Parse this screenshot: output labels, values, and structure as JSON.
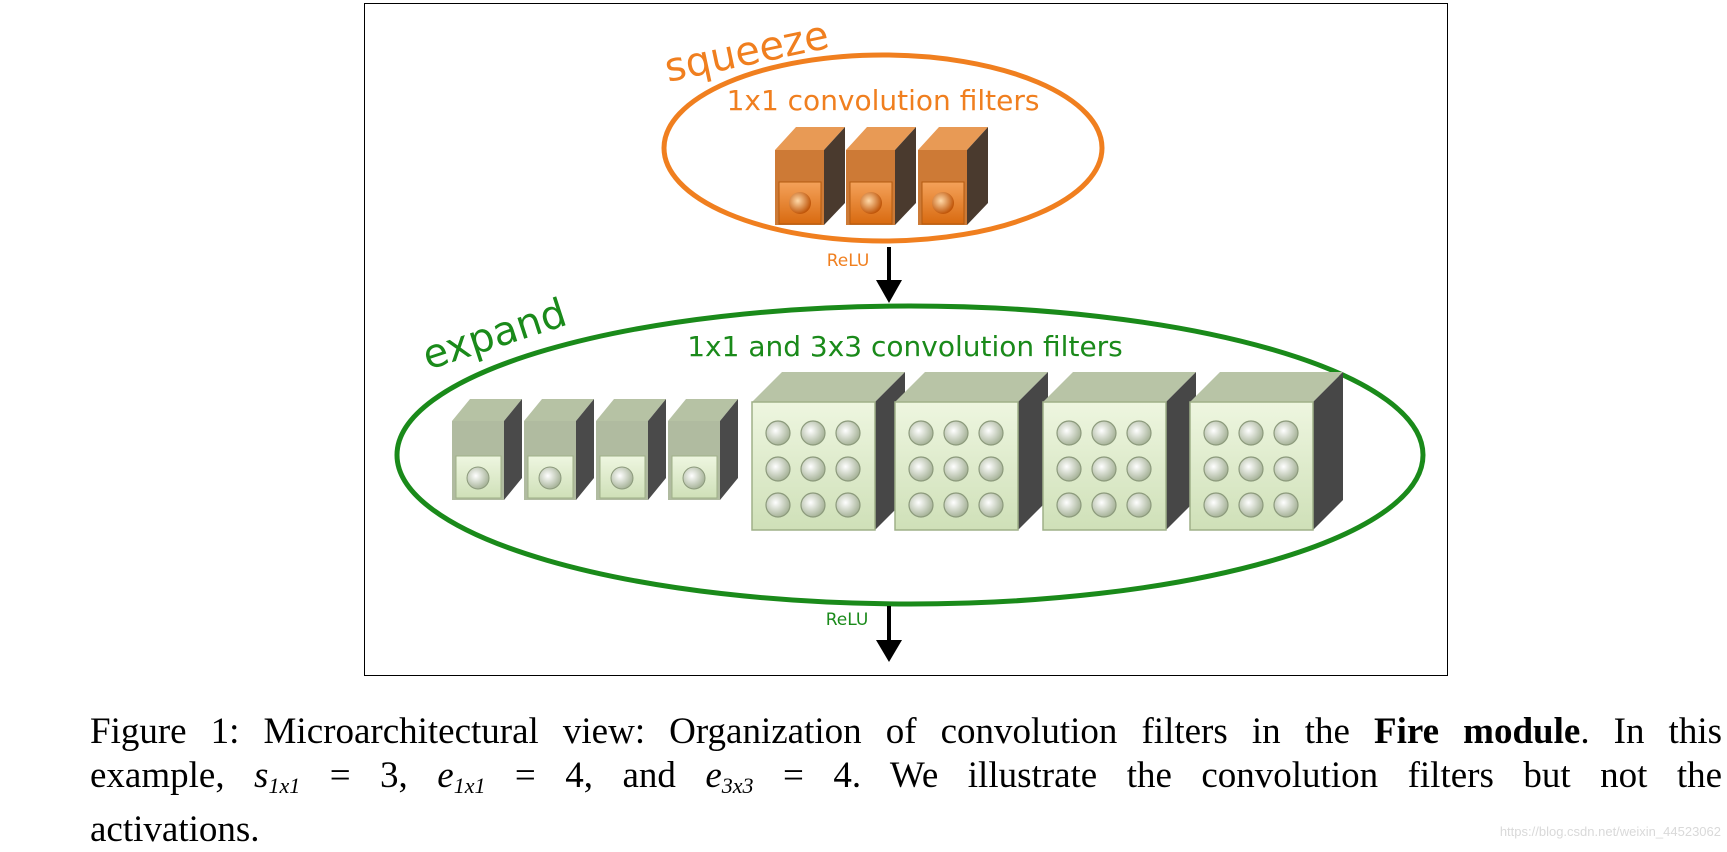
{
  "diagram": {
    "squeeze": {
      "title": "squeeze",
      "subtitle": "1x1 convolution filters",
      "filter_count": 3,
      "color": "#f07f1f"
    },
    "relu_top": "ReLU",
    "expand": {
      "title": "expand",
      "subtitle": "1x1 and 3x3 convolution filters",
      "filters_1x1": 4,
      "filters_3x3": 4,
      "color": "#1a8a1a"
    },
    "relu_bottom": "ReLU"
  },
  "caption": {
    "prefix": "Figure 1: Microarchitectural view: Organization of convolution filters in the",
    "bold": "Fire module",
    "suffix": ". In this",
    "line2_a": "example,",
    "s_sym": "s",
    "s_sub": "1x1",
    "s_val": "= 3,",
    "e1_sym": "e",
    "e1_sub": "1x1",
    "e1_val": "= 4, and",
    "e3_sym": "e",
    "e3_sub": "3x3",
    "e3_val": "= 4.",
    "line2_b": "We illustrate the convolution filters but not the",
    "line3": "activations."
  },
  "watermark": "https://blog.csdn.net/weixin_44523062"
}
